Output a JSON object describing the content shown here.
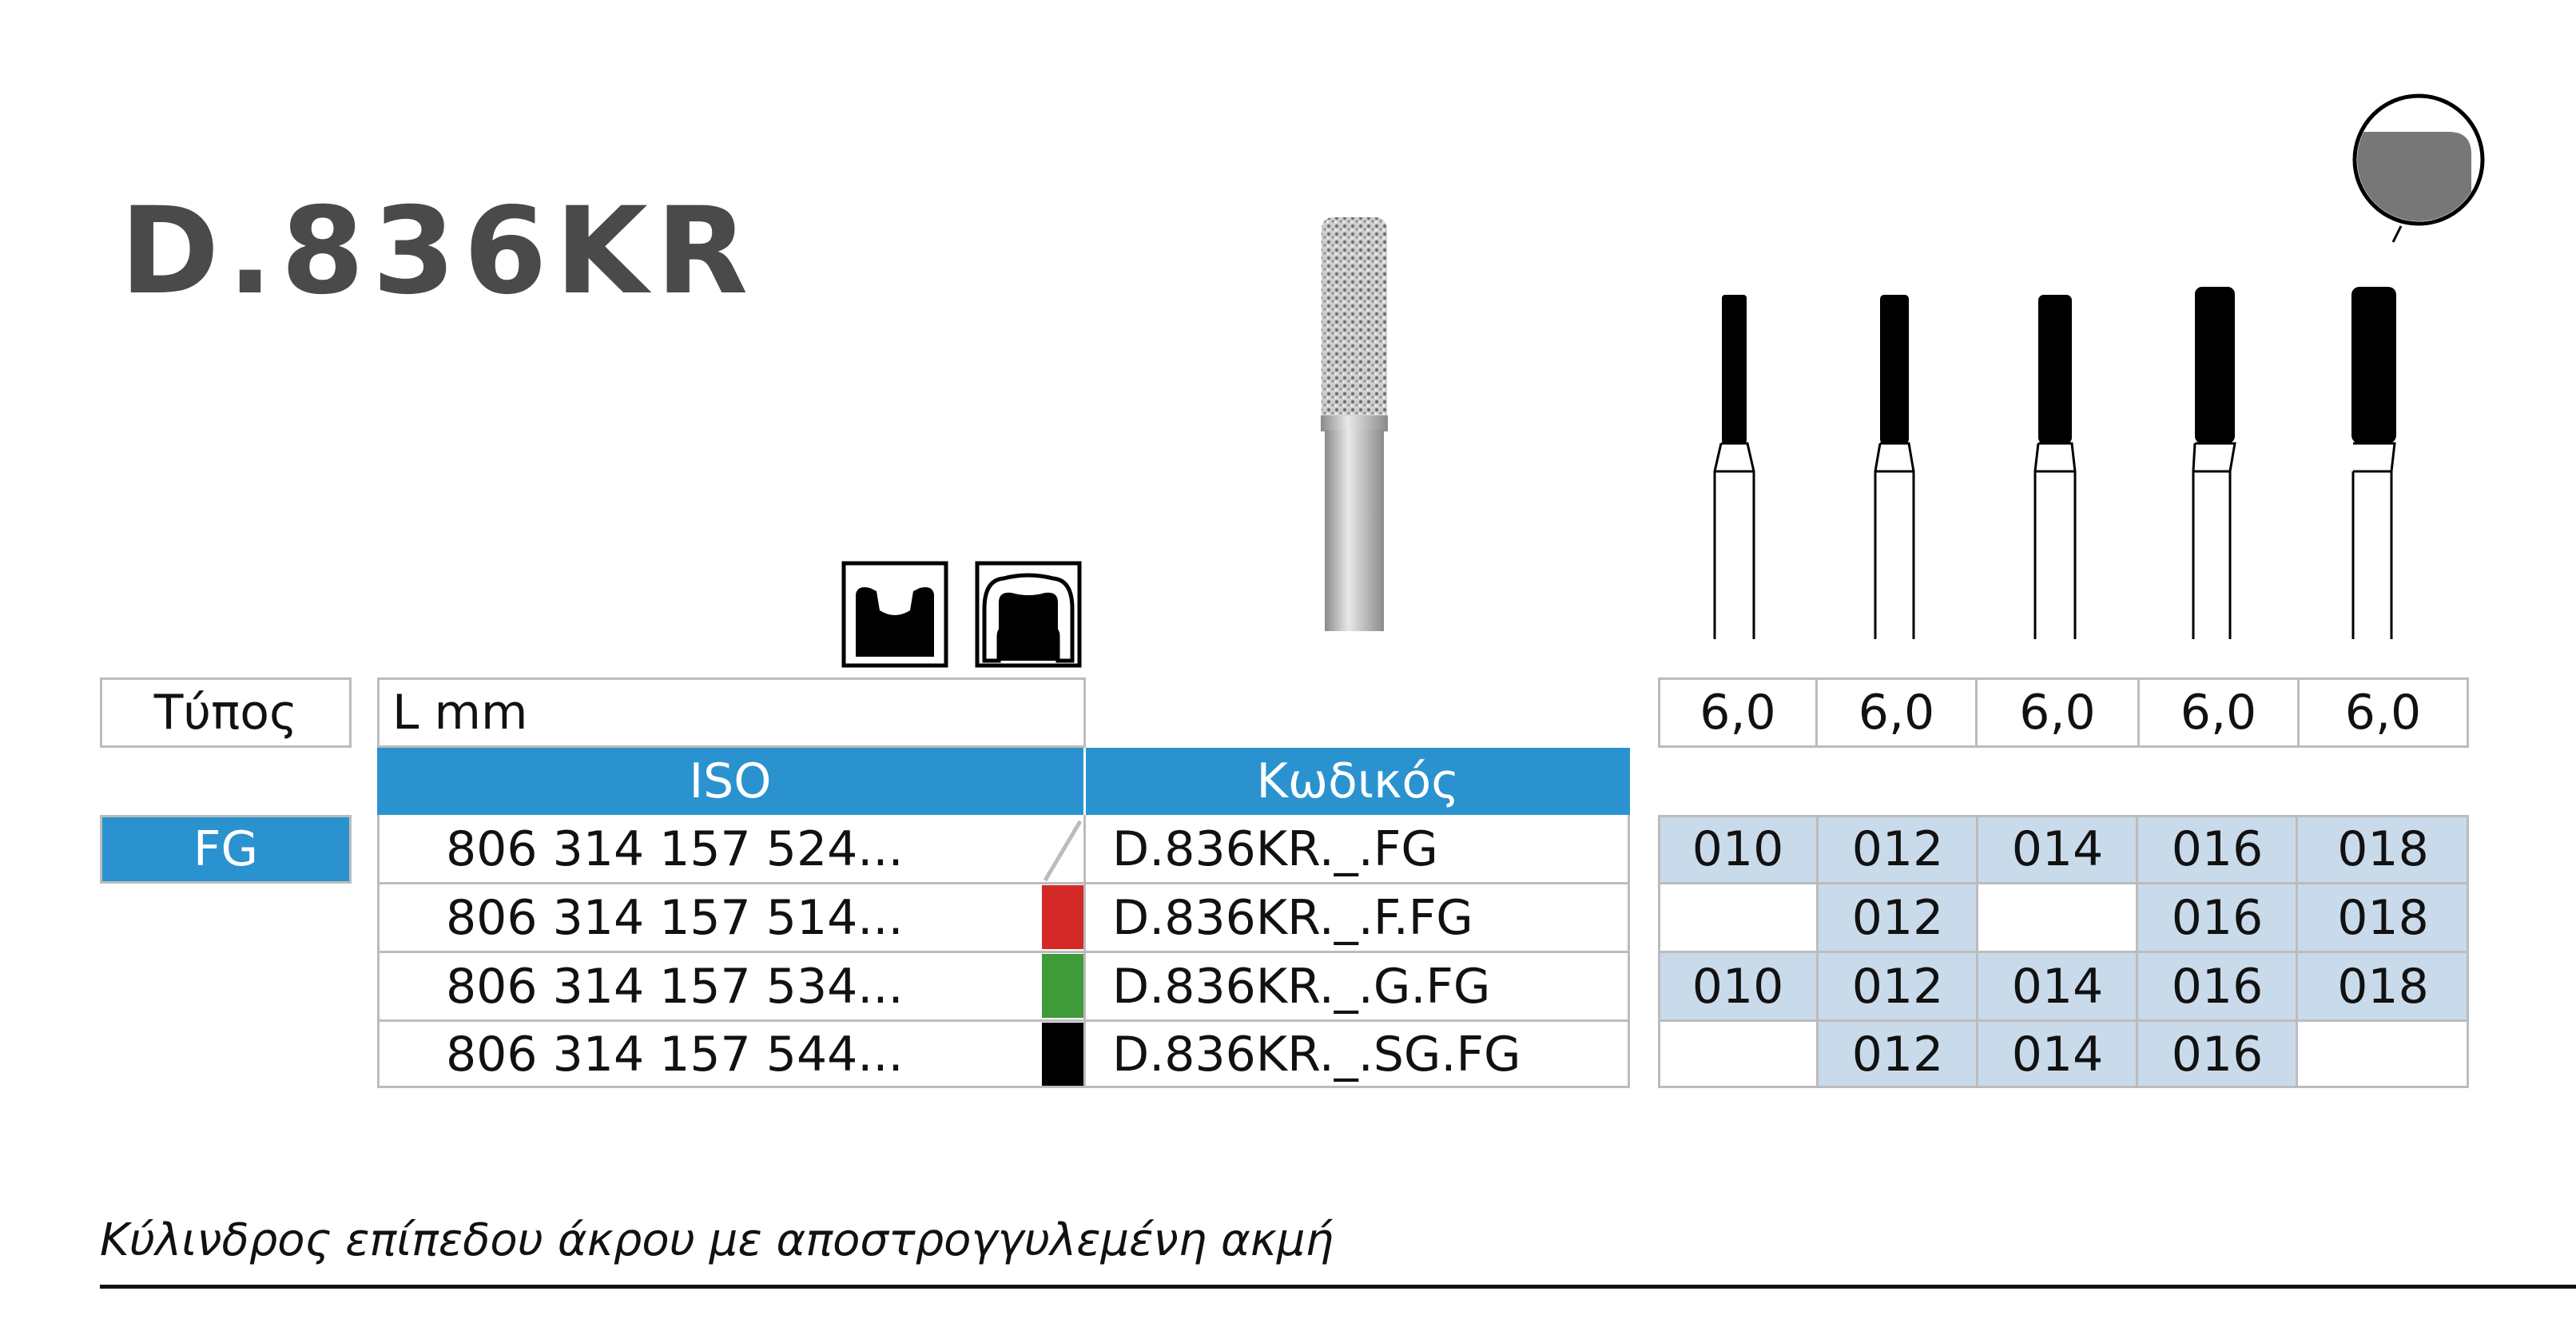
{
  "product": {
    "code": "D.836KR",
    "description": "Κύλινδρος επίπεδου άκρου με αποστρογγυλεμένη ακμή"
  },
  "table": {
    "type_label": "Τύπος",
    "length_label": "L mm",
    "shank_type": "FG",
    "iso_header": "ISO",
    "code_header": "Κωδικός",
    "sizes_header": [
      "6,0",
      "6,0",
      "6,0",
      "6,0",
      "6,0"
    ],
    "rows": [
      {
        "iso": "806 314 157 524...",
        "grit_color": "none",
        "code": "D.836KR._.FG",
        "sizes": [
          "010",
          "012",
          "014",
          "016",
          "018"
        ]
      },
      {
        "iso": "806 314 157 514...",
        "grit_color": "#d42a27",
        "code": "D.836KR._.F.FG",
        "sizes": [
          "",
          "012",
          "",
          "016",
          "018"
        ]
      },
      {
        "iso": "806 314 157 534...",
        "grit_color": "#3f9a3a",
        "code": "D.836KR._.G.FG",
        "sizes": [
          "010",
          "012",
          "014",
          "016",
          "018"
        ]
      },
      {
        "iso": "806 314 157 544...",
        "grit_color": "#000000",
        "code": "D.836KR._.SG.FG",
        "sizes": [
          "",
          "012",
          "014",
          "016",
          ""
        ]
      }
    ]
  },
  "colors": {
    "accent_blue": "#2a93cf",
    "light_blue": "#c9daea",
    "border": "#bcbcbc",
    "title_grey": "#4a4a4a"
  },
  "icons": [
    "cavity-preparation-icon",
    "crown-preparation-icon",
    "diamond-bur-illustration",
    "bur-profile-icon",
    "detail-magnifier-icon"
  ]
}
